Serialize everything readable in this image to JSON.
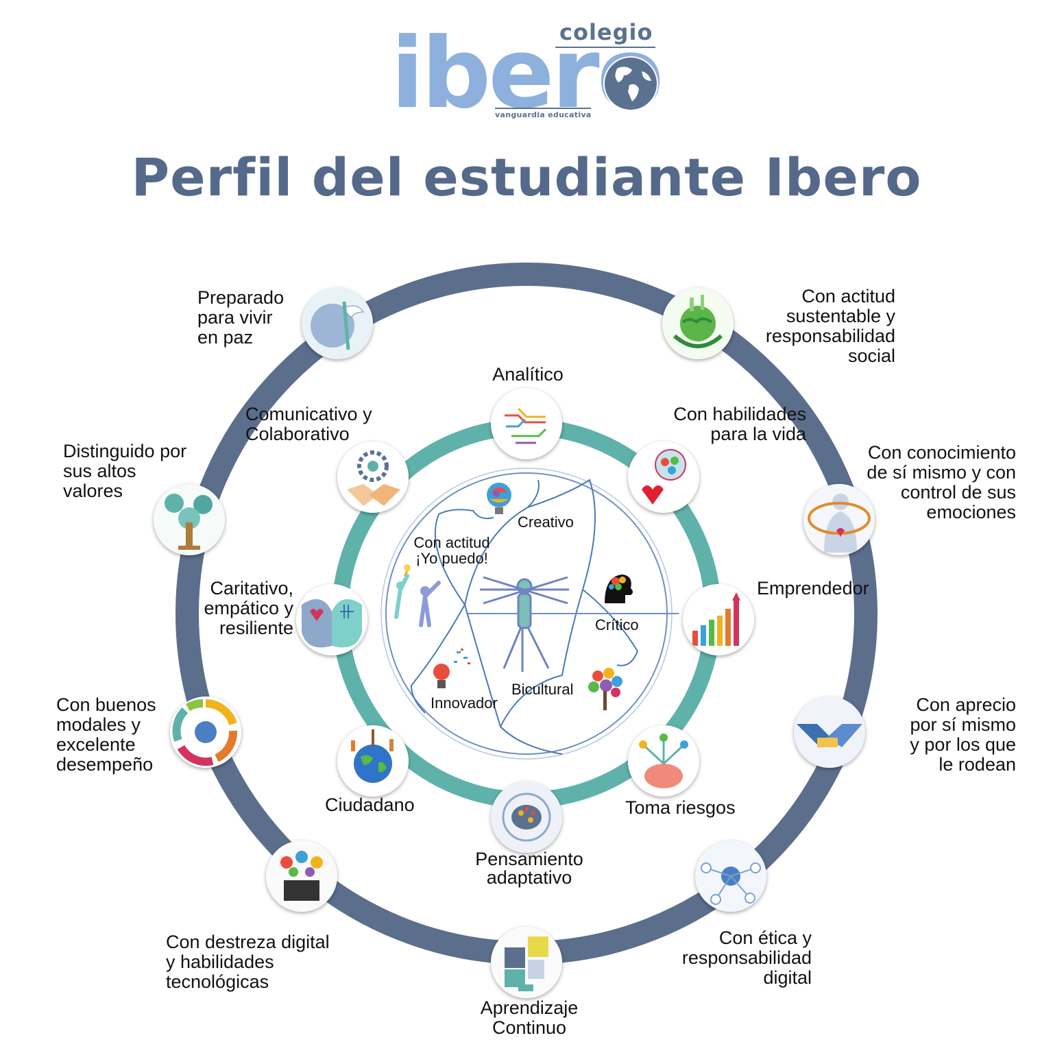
{
  "logo": {
    "college": "colegio",
    "name": "ibero",
    "tagline": "vanguardia educativa"
  },
  "title": "Perfil del estudiante Ibero",
  "colors": {
    "outer_ring": "#5b6e8c",
    "inner_ring": "#5fb2aa",
    "title": "#55698a",
    "logo_light": "#8eb0dd",
    "puzzle_line": "#4a78b8"
  },
  "outer_items": [
    {
      "label": "Preparado\npara vivir\nen paz",
      "icon": "peace-dove-icon"
    },
    {
      "label": "Con actitud\nsustentable y\nresponsabilidad\nsocial",
      "icon": "green-earth-icon"
    },
    {
      "label": "Con conocimiento\nde sí mismo y con\ncontrol de sus\nemociones",
      "icon": "self-awareness-icon"
    },
    {
      "label": "Con aprecio\npor sí mismo\ny por los que\nle rodean",
      "icon": "handshake-icon"
    },
    {
      "label": "Con ética y\nresponsabilidad\ndigital",
      "icon": "digital-network-icon"
    },
    {
      "label": "Aprendizaje\nContinuo",
      "icon": "puzzle-head-icon"
    },
    {
      "label": "Con destreza digital\ny habilidades\ntecnológicas",
      "icon": "laptop-apps-icon"
    },
    {
      "label": "Con buenos\nmodales y\nexcelente\ndesempeño",
      "icon": "united-hands-icon"
    },
    {
      "label": "Distinguido por\nsus altos\nvalores",
      "icon": "values-tree-icon"
    }
  ],
  "middle_items": [
    {
      "label": "Analítico",
      "icon": "circuit-brain-icon"
    },
    {
      "label": "Con habilidades\npara la vida",
      "icon": "heart-brain-icon"
    },
    {
      "label": "Emprendedor",
      "icon": "growth-chart-icon"
    },
    {
      "label": "Toma riesgos",
      "icon": "decision-brain-icon"
    },
    {
      "label": "Pensamiento\nadaptativo",
      "icon": "adaptive-brain-icon"
    },
    {
      "label": "Ciudadano",
      "icon": "world-landmarks-icon"
    },
    {
      "label": "Caritativo,\nempático y\nresiliente",
      "icon": "empathy-heads-icon"
    },
    {
      "label": "Comunicativo y\nColaborativo",
      "icon": "collaboration-icon"
    }
  ],
  "center_items": [
    {
      "label": "Creativo",
      "icon": "colorful-bulb-icon"
    },
    {
      "label": "Crítico",
      "icon": "colorful-head-icon"
    },
    {
      "label": "Bicultural",
      "icon": "colorful-tree-icon"
    },
    {
      "label": "Innovador",
      "icon": "exploding-bulb-icon"
    },
    {
      "label": "Con actitud\n¡Yo puedo!",
      "icon": "reaching-figures-icon"
    }
  ]
}
